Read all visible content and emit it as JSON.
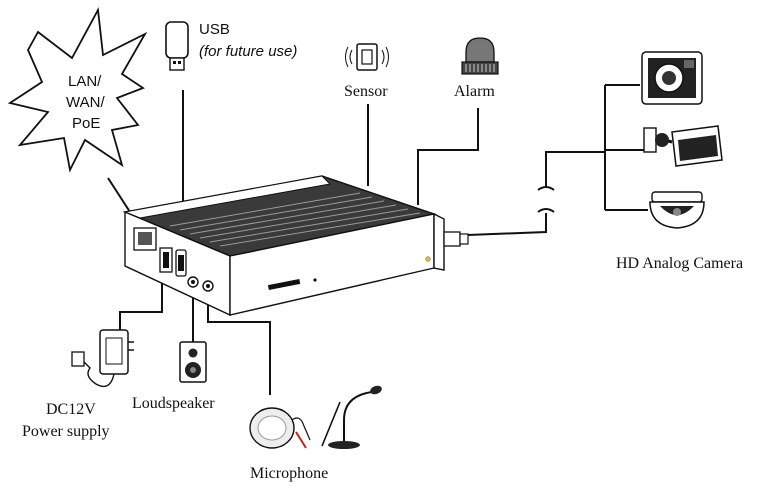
{
  "labels": {
    "network": [
      "LAN/",
      "WAN/",
      "PoE"
    ],
    "usb_title": "USB",
    "usb_note": "(for future use)",
    "sensor": "Sensor",
    "alarm": "Alarm",
    "camera": "HD Analog Camera",
    "power": [
      "DC12V",
      "Power supply"
    ],
    "loudspeaker": "Loudspeaker",
    "microphone": "Microphone"
  },
  "icons": {
    "network": "starburst-icon",
    "usb": "usb-stick-icon",
    "sensor": "sensor-icon",
    "alarm": "alarm-light-icon",
    "cameras": [
      "cube-camera-icon",
      "bullet-camera-icon",
      "dome-camera-icon"
    ],
    "power": "power-adapter-icon",
    "speaker": "speaker-icon",
    "microphones": [
      "pickup-microphone-icon",
      "gooseneck-microphone-icon"
    ],
    "recorder": "recorder-device-icon"
  },
  "colors": {
    "line": "#111111",
    "device_body": "#ffffff",
    "device_top": "#3a3a3a",
    "led": "#d8c020"
  }
}
